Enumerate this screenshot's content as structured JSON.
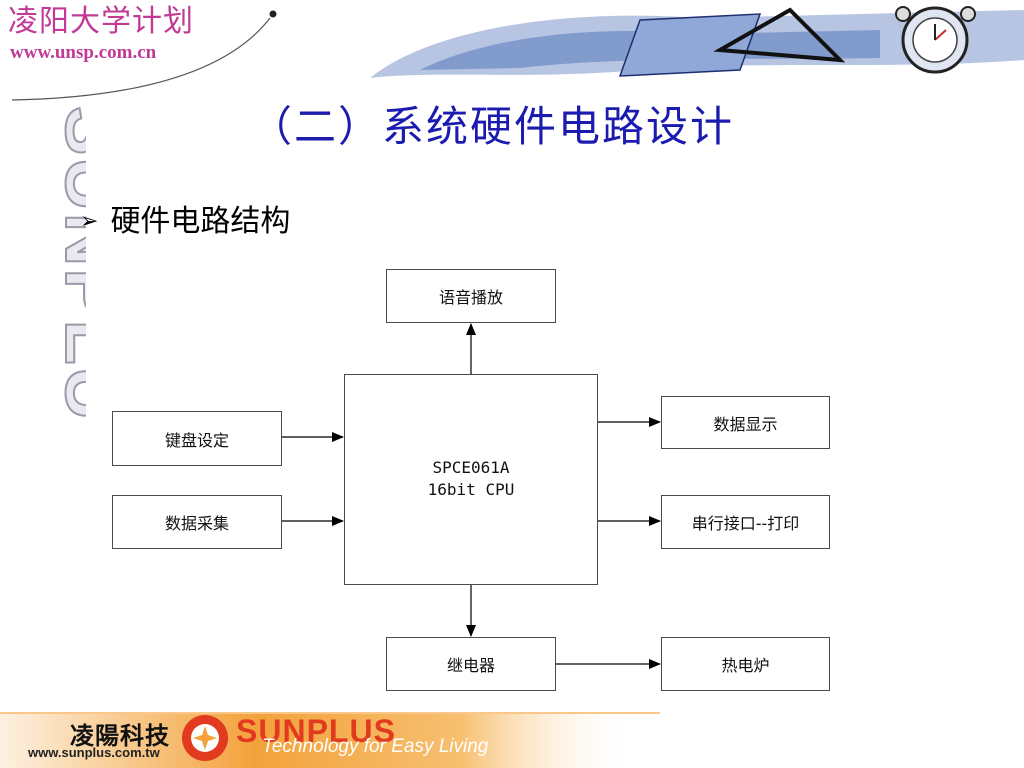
{
  "header": {
    "brand_cn": "凌阳大学计划",
    "brand_url": "www.unsp.com.cn",
    "side_watermark": "SUNPLUS"
  },
  "slide": {
    "title": "（二）系统硬件电路设计",
    "bullet": "硬件电路结构"
  },
  "diagram": {
    "blocks": {
      "voice": "语音播放",
      "keyboard": "键盘设定",
      "data_collect": "数据采集",
      "cpu_line1": "SPCE061A",
      "cpu_line2": "16bit CPU",
      "display": "数据显示",
      "serial": "串行接口--打印",
      "relay": "继电器",
      "heater": "热电炉"
    }
  },
  "footer": {
    "company_cn": "凌陽科技",
    "url": "www.sunplus.com.tw",
    "name": "SUNPLUS",
    "tagline": "Technology for Easy Living"
  },
  "colors": {
    "title_blue": "#1b1bb0",
    "brand_pink": "#c03a96",
    "footer_orange": "#f3a23a",
    "logo_red": "#e23a1e"
  }
}
